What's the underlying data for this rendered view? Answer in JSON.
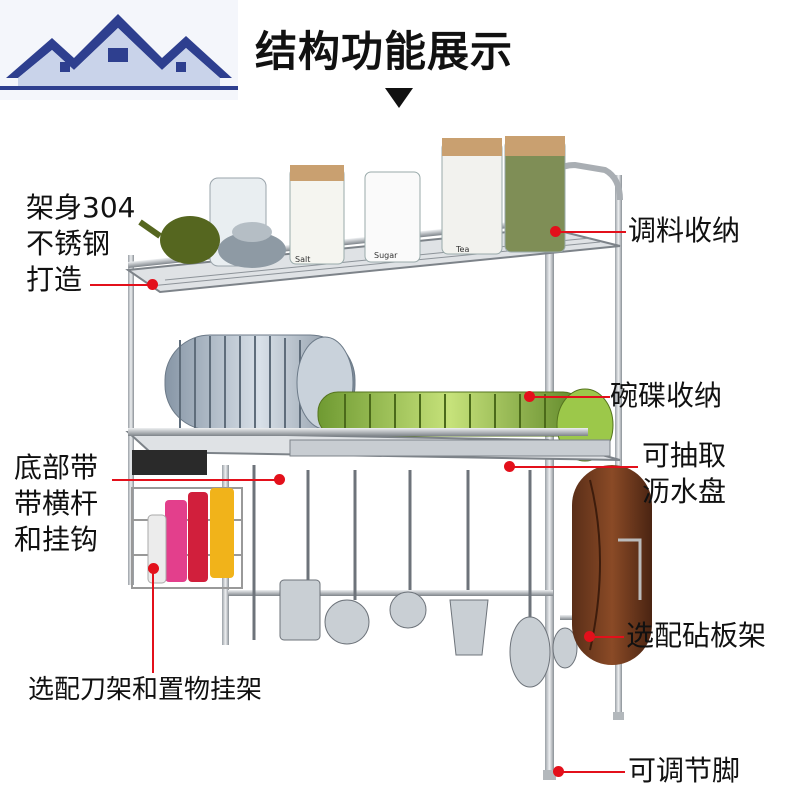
{
  "title": "结构功能展示",
  "callouts": {
    "frame_material": [
      "架身304",
      "不锈钢",
      "打造"
    ],
    "spice_storage": "调料收纳",
    "bowl_dish_storage": "碗碟收纳",
    "drain_tray": [
      "可抽取",
      "沥水盘"
    ],
    "bottom_bar_hooks": [
      "底部带",
      "带横杆",
      "和挂钩"
    ],
    "cutting_board_rack": "选配砧板架",
    "knife_rack": "选配刀架和置物挂架",
    "adjustable_feet": "可调节脚"
  },
  "jar_labels": [
    "Salt",
    "Sugar",
    "Tea"
  ],
  "colors": {
    "callout_red": "#e3101b",
    "logo_blue": "#2e3f8f",
    "text": "#111111"
  }
}
